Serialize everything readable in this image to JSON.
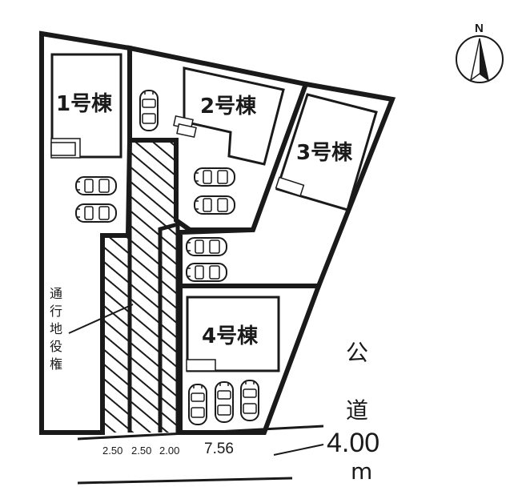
{
  "houses": {
    "h1": "1号棟",
    "h2": "2号棟",
    "h3": "3号棟",
    "h4": "4号棟"
  },
  "easement_chars": [
    "通",
    "行",
    "地",
    "役",
    "権"
  ],
  "dimensions": {
    "d1": "2.50",
    "d2": "2.50",
    "d3": "2.00",
    "frontage": "7.56"
  },
  "road": {
    "char1": "公",
    "char2": "道",
    "width": "4.00",
    "unit": "m"
  },
  "north_label": "N",
  "colors": {
    "line": "#1a1a1a",
    "background": "#ffffff"
  }
}
